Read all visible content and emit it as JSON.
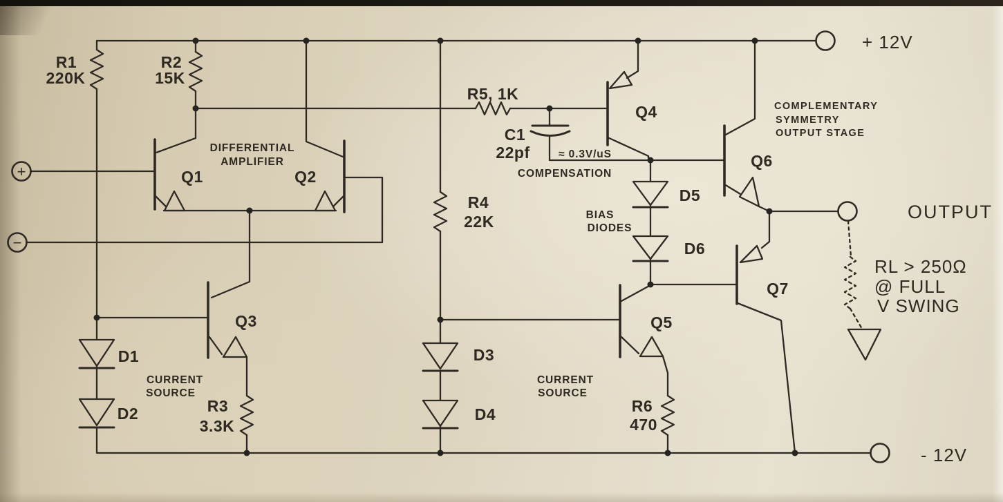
{
  "power": {
    "vplus": "+ 12V",
    "vminus": "- 12V"
  },
  "inputs": {
    "plus": "+",
    "minus": "−"
  },
  "output": {
    "label": "OUTPUT",
    "load_line1": "RL > 250Ω",
    "load_line2": "@ FULL",
    "load_line3": "V SWING"
  },
  "sections": {
    "diff_amp_line1": "DIFFERENTIAL",
    "diff_amp_line2": "AMPLIFIER",
    "current_source_left_line1": "CURRENT",
    "current_source_left_line2": "SOURCE",
    "current_source_right_line1": "CURRENT",
    "current_source_right_line2": "SOURCE",
    "compensation_rate": "≈ 0.3V/uS",
    "compensation": "COMPENSATION",
    "bias_line1": "BIAS",
    "bias_line2": "DIODES",
    "output_stage_line1": "COMPLEMENTARY",
    "output_stage_line2": "SYMMETRY",
    "output_stage_line3": "OUTPUT STAGE"
  },
  "parts": {
    "r1": {
      "ref": "R1",
      "value": "220K"
    },
    "r2": {
      "ref": "R2",
      "value": "15K"
    },
    "r3": {
      "ref": "R3",
      "value": "3.3K"
    },
    "r4": {
      "ref": "R4",
      "value": "22K"
    },
    "r5": {
      "ref": "R5, 1K"
    },
    "r6": {
      "ref": "R6",
      "value": "470"
    },
    "c1": {
      "ref": "C1",
      "value": "22pf"
    },
    "q1": {
      "ref": "Q1"
    },
    "q2": {
      "ref": "Q2"
    },
    "q3": {
      "ref": "Q3"
    },
    "q4": {
      "ref": "Q4"
    },
    "q5": {
      "ref": "Q5"
    },
    "q6": {
      "ref": "Q6"
    },
    "q7": {
      "ref": "Q7"
    },
    "d1": {
      "ref": "D1"
    },
    "d2": {
      "ref": "D2"
    },
    "d3": {
      "ref": "D3"
    },
    "d4": {
      "ref": "D4"
    },
    "d5": {
      "ref": "D5"
    },
    "d6": {
      "ref": "D6"
    }
  },
  "colors": {
    "ink": "#2e2a23",
    "paper": "#ddd3ba"
  }
}
